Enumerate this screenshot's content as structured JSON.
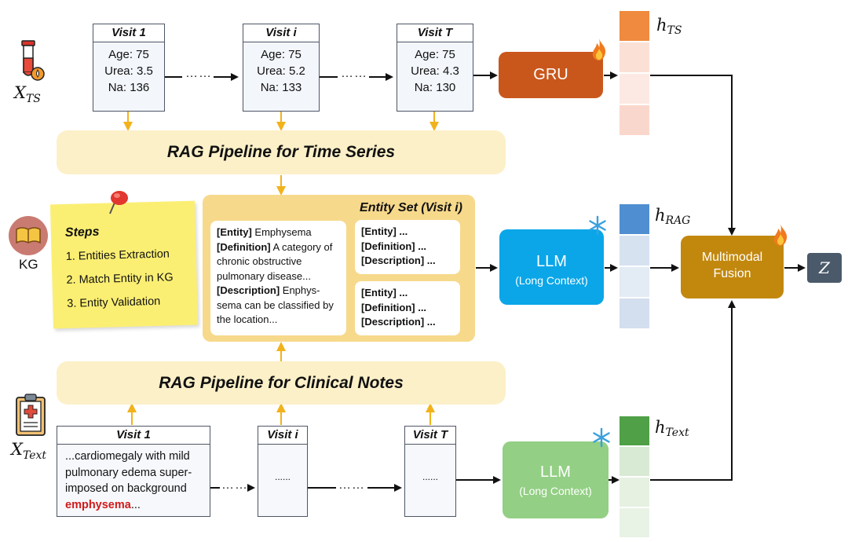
{
  "inputs": {
    "ts_label": "X",
    "ts_sub": "TS",
    "kg_label": "KG",
    "text_label": "X",
    "text_sub": "Text"
  },
  "ts_visits": [
    {
      "title": "Visit 1",
      "age": "Age: 75",
      "urea": "Urea: 3.5",
      "na": "Na: 136"
    },
    {
      "title": "Visit i",
      "age": "Age: 75",
      "urea": "Urea: 5.2",
      "na": "Na: 133"
    },
    {
      "title": "Visit T",
      "age": "Age: 75",
      "urea": "Urea: 4.3",
      "na": "Na: 130"
    }
  ],
  "dots": "……",
  "rag_ts_title": "RAG Pipeline for Time Series",
  "rag_notes_title": "RAG Pipeline for Clinical Notes",
  "steps": {
    "title": "Steps",
    "items": [
      "1. Entities Extraction",
      "2. Match Entity in KG",
      "3. Entity Validation"
    ]
  },
  "entity_set": {
    "title": "Entity Set (Visit i)",
    "main_card": {
      "entity_key": "[Entity]",
      "entity_val": " Emphysema",
      "def_key": "[Definition]",
      "def_val": " A category of chronic obstructive pulmonary disease...",
      "desc_key": "[Description]",
      "desc_val": " Enphys-sema can be classified by the location..."
    },
    "small_cards": [
      {
        "entity": "[Entity] ...",
        "definition": "[Definition] ...",
        "description": "[Description] ..."
      },
      {
        "entity": "[Entity] ...",
        "definition": "[Definition] ...",
        "description": "[Description] ..."
      }
    ]
  },
  "note_visits": [
    {
      "title": "Visit 1",
      "text": "...cardiomegaly with mild pulmonary edema super-imposed on background ",
      "highlight": "emphysema",
      "tail": "..."
    },
    {
      "title": "Visit i",
      "text": "......"
    },
    {
      "title": "Visit T",
      "text": "......"
    }
  ],
  "models": {
    "gru": "GRU",
    "llm_rag": "LLM",
    "llm_rag_sub": "(Long Context)",
    "llm_text": "LLM",
    "llm_text_sub": "(Long Context)",
    "fusion_line1": "Multimodal",
    "fusion_line2": "Fusion",
    "output": "Z"
  },
  "reps": {
    "h_ts": "h",
    "h_ts_sub": "TS",
    "h_rag": "h",
    "h_rag_sub": "RAG",
    "h_text": "h",
    "h_text_sub": "Text"
  },
  "colors": {
    "gru": "#c9571c",
    "llm_rag": "#0aa6e8",
    "llm_text": "#93cf84",
    "fusion": "#c2880e",
    "output": "#4a5a6a",
    "ts_vec_top": "#ef8a3e",
    "rag_vec_top": "#4f8fd1",
    "text_vec_top": "#4fa046",
    "pipeline_fill": "#fcf0c8",
    "entity_fill": "#f7d98c",
    "sticky": "#fbef73",
    "arrow_gold": "#f2b21c"
  },
  "icons": {
    "ts": "blood-test-tube-icon",
    "kg": "book-icon",
    "text": "clipboard-icon",
    "pin": "pushpin-icon",
    "fire": "flame-icon",
    "freeze": "snowflake-icon"
  }
}
